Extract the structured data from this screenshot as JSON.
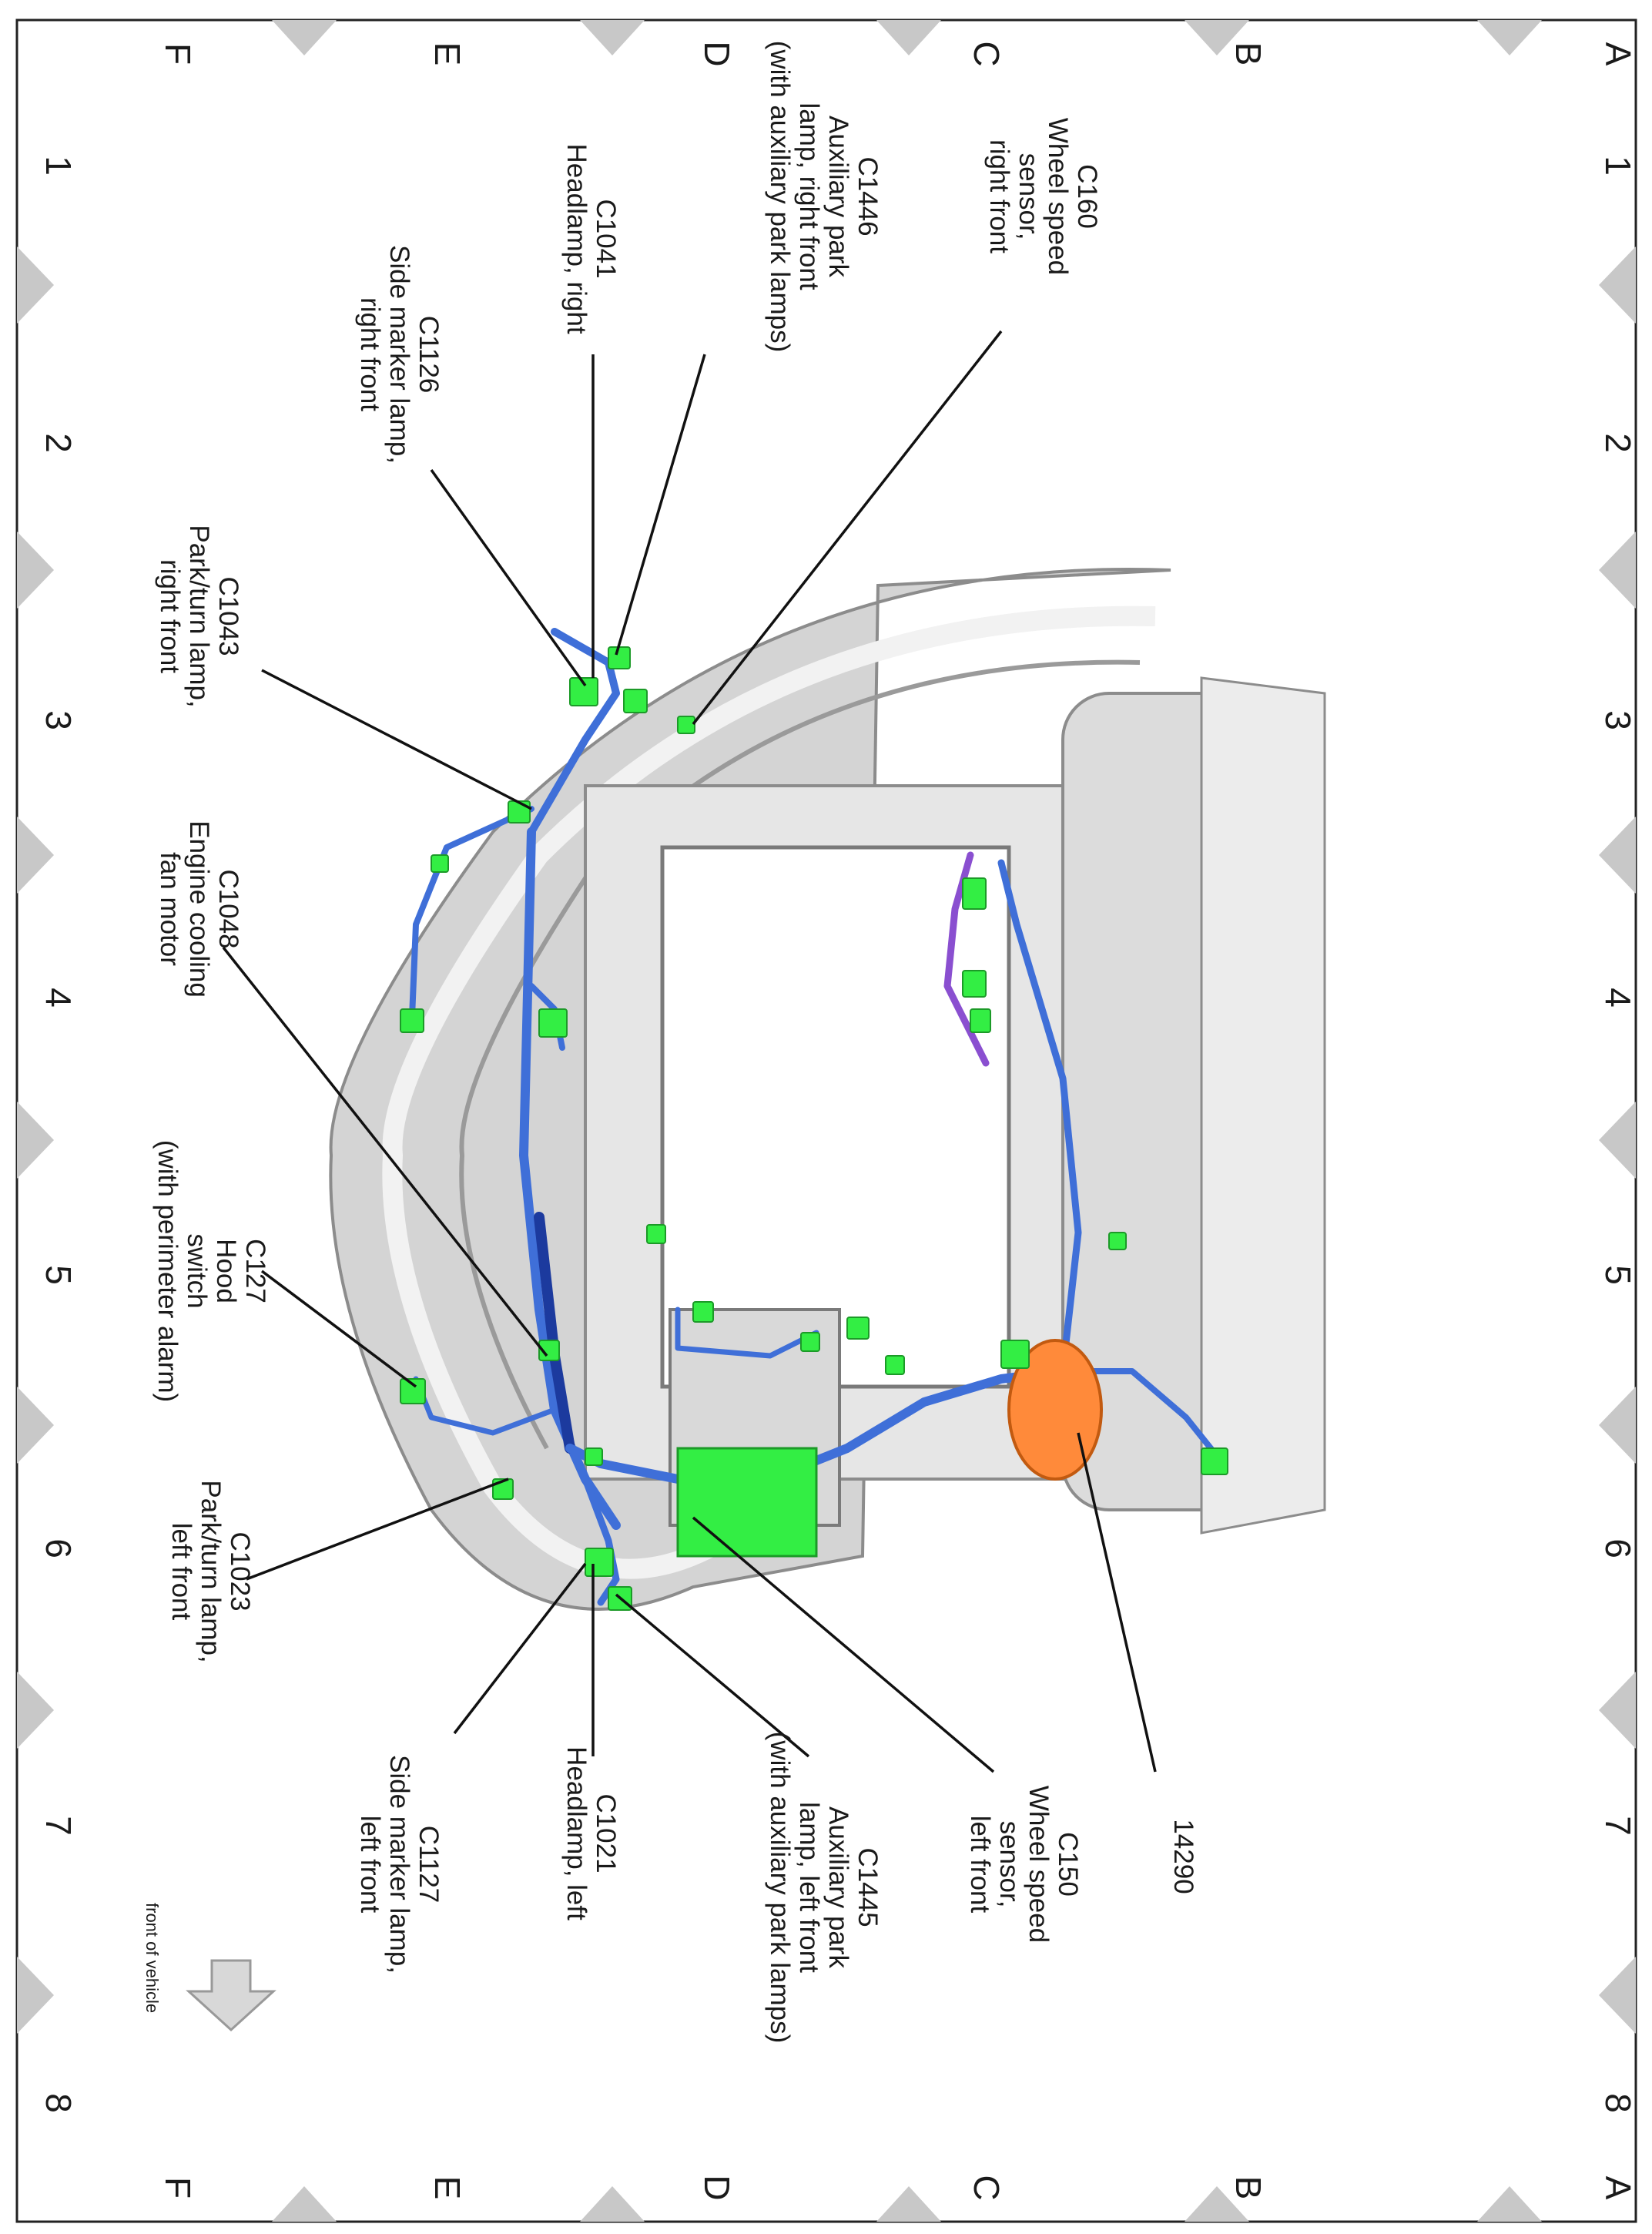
{
  "grid": {
    "letters": [
      "A",
      "B",
      "C",
      "D",
      "E",
      "F"
    ],
    "numbers": [
      "1",
      "2",
      "3",
      "4",
      "5",
      "6",
      "7",
      "8"
    ]
  },
  "callouts": [
    {
      "id": "c160",
      "lines": [
        "C160",
        "Wheel speed",
        "sensor,",
        "right front"
      ]
    },
    {
      "id": "c1446",
      "lines": [
        "C1446",
        "Auxiliary park",
        "lamp, right front",
        "(with auxiliary park lamps)"
      ]
    },
    {
      "id": "c1041",
      "lines": [
        "C1041",
        "Headlamp, right"
      ]
    },
    {
      "id": "c1126",
      "lines": [
        "C1126",
        "Side marker lamp,",
        "right front"
      ]
    },
    {
      "id": "c1043",
      "lines": [
        "C1043",
        "Park/turn lamp,",
        "right front"
      ]
    },
    {
      "id": "c1048",
      "lines": [
        "C1048",
        "Engine cooling",
        "fan motor"
      ]
    },
    {
      "id": "c127",
      "lines": [
        "C127",
        "Hood",
        "switch",
        "(with perimeter alarm)"
      ]
    },
    {
      "id": "c1023",
      "lines": [
        "C1023",
        "Park/turn lamp,",
        "left front"
      ]
    },
    {
      "id": "c1127",
      "lines": [
        "C1127",
        "Side marker lamp,",
        "left front"
      ]
    },
    {
      "id": "c1021",
      "lines": [
        "C1021",
        "Headlamp, left"
      ]
    },
    {
      "id": "c1445",
      "lines": [
        "C1445",
        "Auxiliary park",
        "lamp, left front",
        "(with auxiliary park lamps)"
      ]
    },
    {
      "id": "c150",
      "lines": [
        "C150",
        "Wheel speed",
        "sensor,",
        "left front"
      ]
    },
    {
      "id": "n14290",
      "lines": [
        "14290"
      ]
    }
  ],
  "front_label": "front of vehicle",
  "colors": {
    "harness": "#3f6fd8",
    "harness_dark": "#1c3a9e",
    "connector": "#33ee44",
    "component": "#ff8a3a",
    "branch_purple": "#8a4fd0",
    "chassis": "#c9c9c9",
    "border_marker": "#c8c8c8"
  }
}
